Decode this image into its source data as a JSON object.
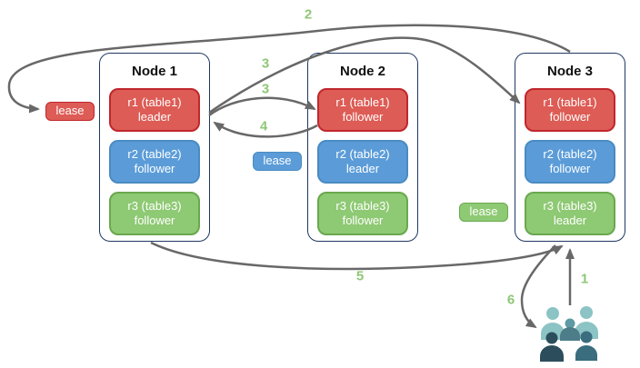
{
  "colors": {
    "red-fill": "#dd5c55",
    "red-border": "#c0272d",
    "blue-fill": "#5b9cd8",
    "blue-border": "#4a8bc2",
    "green-fill": "#8ec973",
    "green-border": "#6aa84f",
    "node-border": "#1f3864",
    "arrow": "#686868",
    "step": "#8fc776",
    "teal-light": "#8cc3c4",
    "teal-mid": "#5e9aa4",
    "teal-mid-dark": "#4d7d89",
    "navy-dark": "#2c4e5c",
    "teal-dark": "#3a6d7d"
  },
  "nodes": [
    {
      "title": "Node 1",
      "replicas": [
        {
          "name": "r1 (table1)",
          "role": "leader",
          "color": "red"
        },
        {
          "name": "r2 (table2)",
          "role": "follower",
          "color": "blue"
        },
        {
          "name": "r3 (table3)",
          "role": "follower",
          "color": "green"
        }
      ]
    },
    {
      "title": "Node 2",
      "replicas": [
        {
          "name": "r1 (table1)",
          "role": "follower",
          "color": "red"
        },
        {
          "name": "r2 (table2)",
          "role": "leader",
          "color": "blue"
        },
        {
          "name": "r3 (table3)",
          "role": "follower",
          "color": "green"
        }
      ]
    },
    {
      "title": "Node 3",
      "replicas": [
        {
          "name": "r1 (table1)",
          "role": "follower",
          "color": "red"
        },
        {
          "name": "r2 (table2)",
          "role": "follower",
          "color": "blue"
        },
        {
          "name": "r3 (table3)",
          "role": "leader",
          "color": "green"
        }
      ]
    }
  ],
  "leases": [
    {
      "label": "lease",
      "color": "red"
    },
    {
      "label": "lease",
      "color": "blue"
    },
    {
      "label": "lease",
      "color": "green"
    }
  ],
  "steps": {
    "s1": "1",
    "s2": "2",
    "s3a": "3",
    "s3b": "3",
    "s4": "4",
    "s5": "5",
    "s6": "6"
  }
}
